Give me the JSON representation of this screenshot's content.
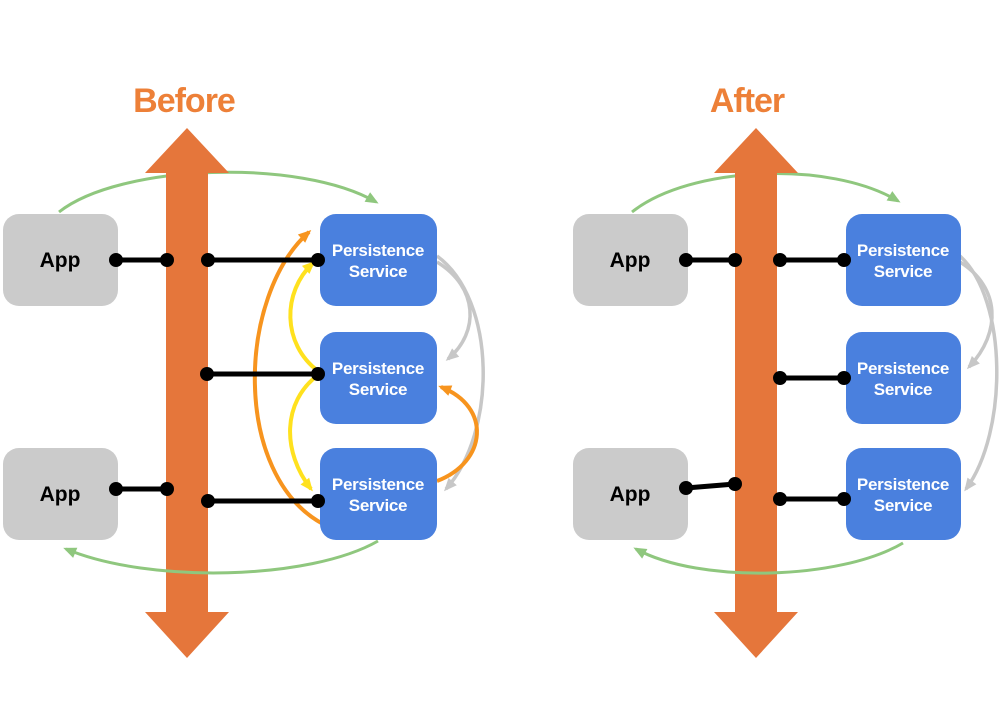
{
  "diagram": {
    "panels": [
      {
        "id": "before",
        "title": "Before"
      },
      {
        "id": "after",
        "title": "After"
      }
    ],
    "labels": {
      "app": "App",
      "service_line1": "Persistence",
      "service_line2": "Service"
    },
    "colors": {
      "title_orange": "#ED8038",
      "bus_orange": "#E5763B",
      "arrow_orange": "#F7941E",
      "arrow_yellow": "#FFE11E",
      "arrow_green": "#8FC77E",
      "arrow_gray": "#C7C7C7",
      "app_gray": "#CBCBCB",
      "service_blue": "#4A80DE",
      "line_black": "#000000"
    },
    "arrows": {
      "before": [
        {
          "from": "app-top",
          "to": "persistence-service-1",
          "color": "green"
        },
        {
          "from": "persistence-service-3",
          "to": "app-bottom",
          "color": "green"
        },
        {
          "from": "persistence-service-3",
          "to": "persistence-service-1",
          "color": "orange"
        },
        {
          "from": "persistence-service-2",
          "to": "persistence-service-1",
          "color": "yellow"
        },
        {
          "from": "persistence-service-2",
          "to": "persistence-service-3",
          "color": "yellow"
        },
        {
          "from": "persistence-service-3",
          "to": "persistence-service-2",
          "color": "orange"
        },
        {
          "from": "persistence-service-1",
          "to": "persistence-service-2",
          "color": "gray"
        },
        {
          "from": "persistence-service-1",
          "to": "persistence-service-3",
          "color": "gray"
        }
      ],
      "after": [
        {
          "from": "app-top",
          "to": "persistence-service-1",
          "color": "green"
        },
        {
          "from": "persistence-service-3",
          "to": "app-bottom",
          "color": "green"
        },
        {
          "from": "persistence-service-1",
          "to": "persistence-service-2",
          "color": "gray"
        },
        {
          "from": "persistence-service-1",
          "to": "persistence-service-3",
          "color": "gray"
        }
      ]
    }
  }
}
